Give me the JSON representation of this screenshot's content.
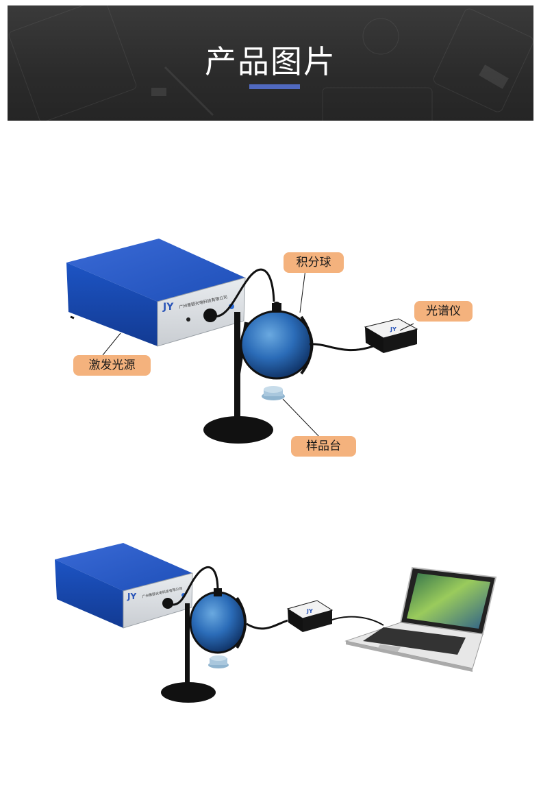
{
  "header": {
    "title": "产品图片",
    "accent_color": "#5069c0"
  },
  "diagram1": {
    "labels": {
      "integrating_sphere": "积分球",
      "spectrometer": "光谱仪",
      "excitation_source": "激发光源",
      "sample_stage": "样品台"
    },
    "label_color": "#f4b27d",
    "device_text": "广州景颐光电科技有限公司",
    "logo_text": "JY"
  },
  "diagram2": {
    "device_text": "广州景颐光电科技有限公司",
    "logo_text": "JY"
  }
}
